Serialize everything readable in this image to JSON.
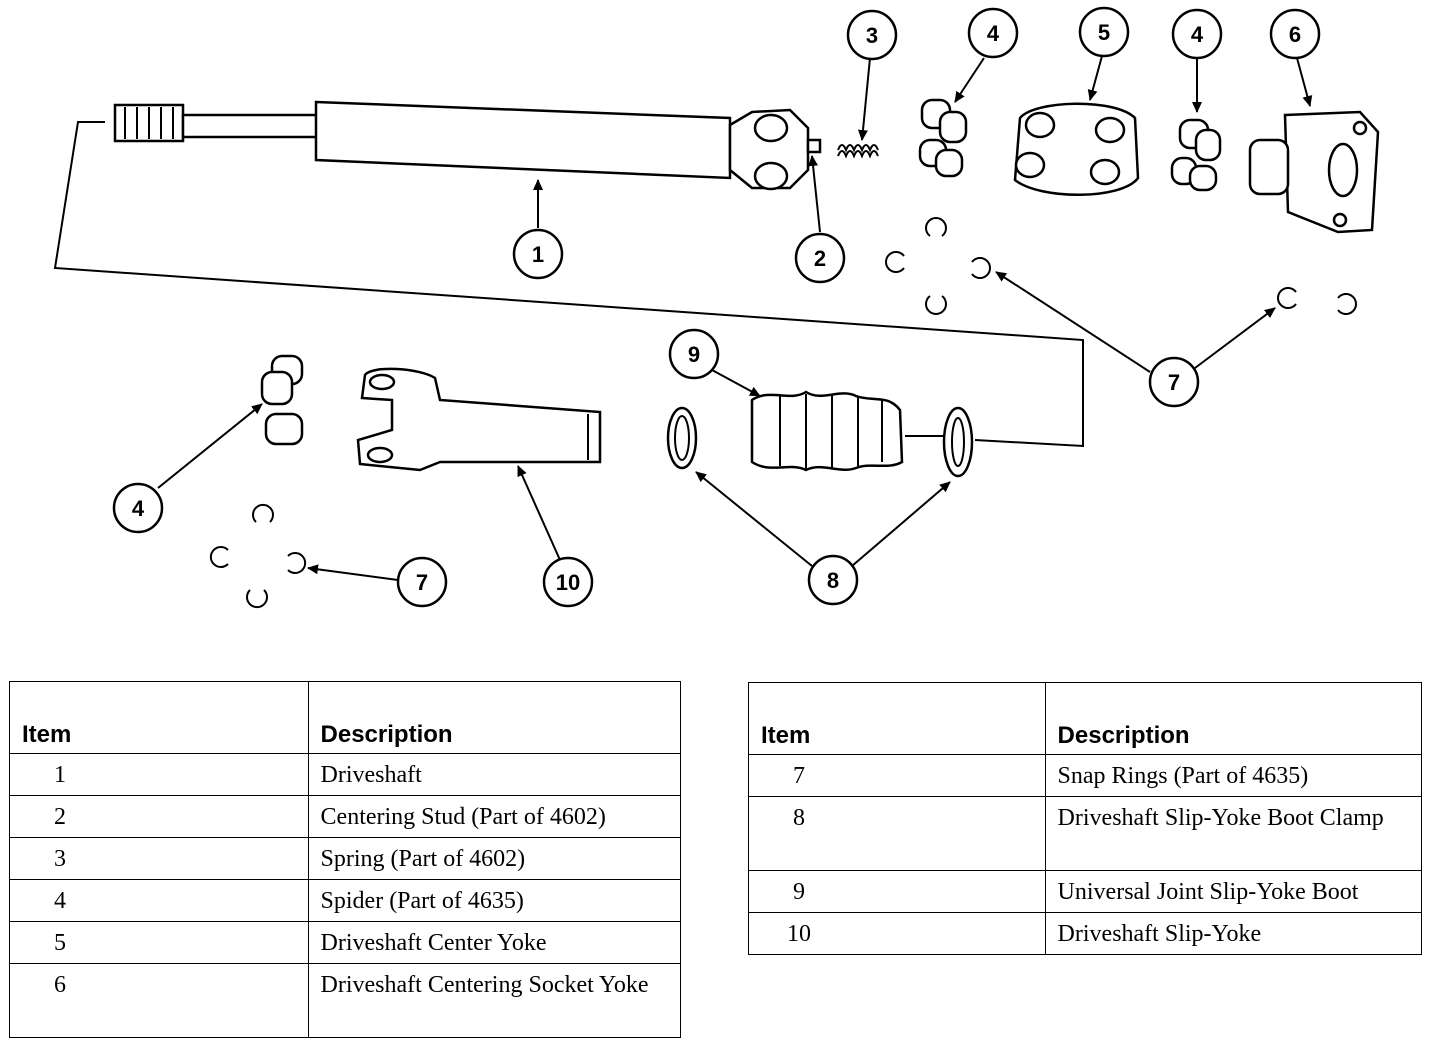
{
  "diagram": {
    "callouts": [
      "1",
      "2",
      "3",
      "4",
      "5",
      "4",
      "6",
      "7",
      "4",
      "9",
      "10",
      "7",
      "8"
    ]
  },
  "table_left": {
    "headers": {
      "item": "Item",
      "description": "Description"
    },
    "rows": [
      {
        "item": "1",
        "description": "Driveshaft"
      },
      {
        "item": "2",
        "description": "Centering Stud (Part of 4602)"
      },
      {
        "item": "3",
        "description": "Spring (Part of 4602)"
      },
      {
        "item": "4",
        "description": "Spider (Part of 4635)"
      },
      {
        "item": "5",
        "description": "Driveshaft Center Yoke"
      },
      {
        "item": "6",
        "description": "Driveshaft Centering Socket Yoke"
      }
    ]
  },
  "table_right": {
    "headers": {
      "item": "Item",
      "description": "Description"
    },
    "rows": [
      {
        "item": "7",
        "description": "Snap Rings (Part of 4635)"
      },
      {
        "item": "8",
        "description": "Driveshaft Slip-Yoke Boot Clamp"
      },
      {
        "item": "9",
        "description": "Universal Joint Slip-Yoke Boot"
      },
      {
        "item": "10",
        "description": "Driveshaft Slip-Yoke"
      }
    ]
  }
}
